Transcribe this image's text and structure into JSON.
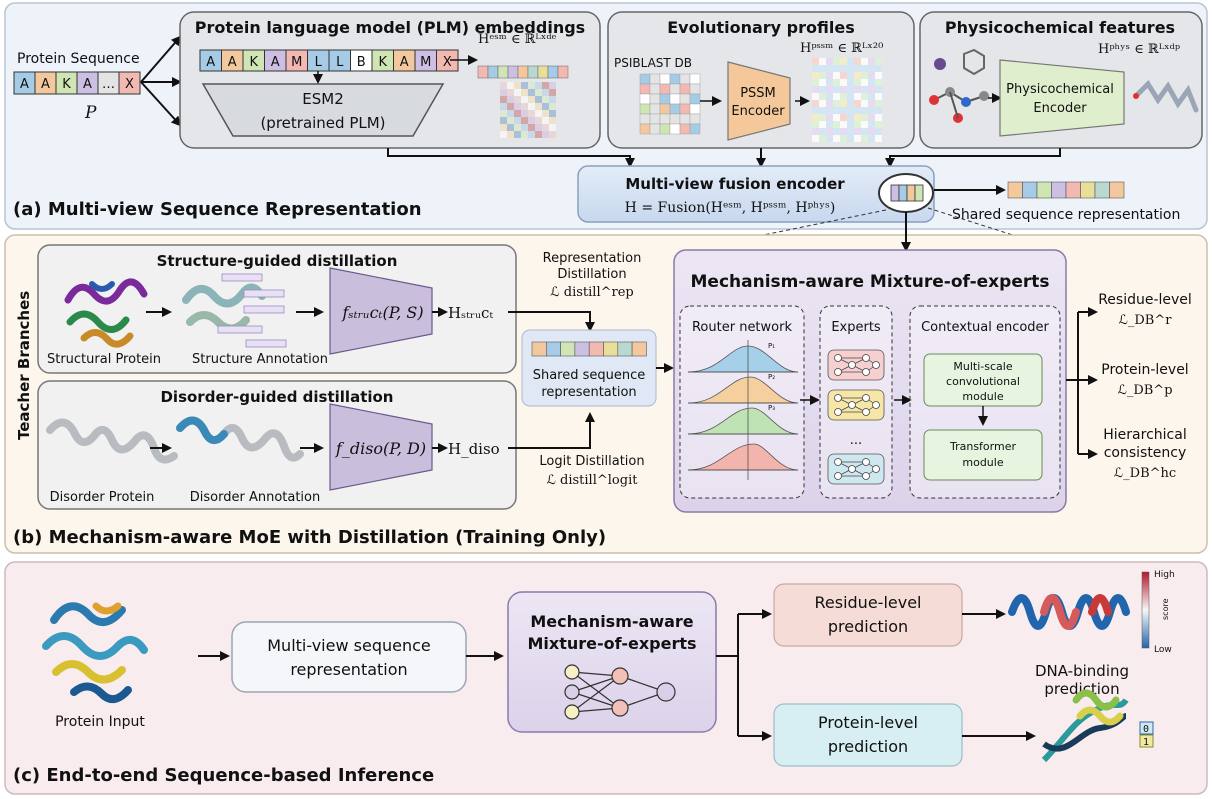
{
  "panel_a": {
    "label": "(a) Multi-view Sequence Representation",
    "input_label": "Protein Sequence",
    "input_tokens": [
      "A",
      "A",
      "K",
      "A",
      "…",
      "X"
    ],
    "input_symbol": "P",
    "plm_title": "Protein language model (PLM) embeddings",
    "plm_tokens": [
      "A",
      "A",
      "K",
      "A",
      "M",
      "L",
      "L",
      "B",
      "K",
      "A",
      "M",
      "X"
    ],
    "esm_title": "ESM2",
    "esm_sub": "(pretrained PLM)",
    "h_esm": "Hᵉˢᵐ ∈ ℝᴸˣᵈᵉ",
    "evo_title": "Evolutionary profiles",
    "psiblast": "PSIBLAST DB",
    "pssm_encoder": [
      "PSSM",
      "Encoder"
    ],
    "h_pssm": "Hᵖˢˢᵐ ∈ ℝᴸˣ²⁰",
    "phys_title": "Physicochemical features",
    "phys_encoder": [
      "Physicochemical",
      "Encoder"
    ],
    "h_phys": "Hᵖʰʸˢ ∈ ℝᴸˣᵈᵖ",
    "fusion_title": "Multi-view fusion encoder",
    "fusion_formula": "H = Fusion(Hᵉˢᵐ, Hᵖˢˢᵐ, Hᵖʰʸˢ)",
    "shared_label": "Shared sequence representation"
  },
  "panel_b": {
    "label": "(b) Mechanism-aware MoE with Distillation (Training Only)",
    "teacher_label": "Teacher Branches",
    "struct_title": "Structure-guided distillation",
    "struct_protein": "Structural Protein",
    "struct_annot": "Structure Annotation",
    "f_struct": "fₛₜᵣᵤcₜ(P, S)",
    "h_struct": "Hₛₜᵣᵤcₜ",
    "diso_title": "Disorder-guided distillation",
    "diso_protein": "Disorder Protein",
    "diso_annot": "Disorder Annotation",
    "f_diso": "f_diso(P, D)",
    "h_diso": "H_diso",
    "rep_distill": [
      "Representation",
      "Distillation"
    ],
    "rep_loss": "ℒ distill^rep",
    "logit_distill": "Logit Distillation",
    "logit_loss": "ℒ distill^logit",
    "shared_rep": [
      "Shared sequence",
      "representation"
    ],
    "moe_title": "Mechanism-aware Mixture-of-experts",
    "router": "Router network",
    "experts": "Experts",
    "ellipsis": "...",
    "contextual": "Contextual encoder",
    "multiscale": [
      "Multi-scale",
      "convolutional",
      "module"
    ],
    "transformer": [
      "Transformer",
      "module"
    ],
    "out_residue": "Residue-level",
    "out_residue_loss": "ℒ_DB^r",
    "out_protein": "Protein-level",
    "out_protein_loss": "ℒ_DB^p",
    "out_hier": [
      "Hierarchical",
      "consistency"
    ],
    "out_hier_loss": "ℒ_DB^hc"
  },
  "panel_c": {
    "label": "(c) End-to-end Sequence-based Inference",
    "protein_input": "Protein Input",
    "multiview": [
      "Multi-view sequence",
      "representation"
    ],
    "moe": [
      "Mechanism-aware",
      "Mixture-of-experts"
    ],
    "residue_pred": [
      "Residue-level",
      "prediction"
    ],
    "protein_pred": [
      "Protein-level",
      "prediction"
    ],
    "dna_binding": [
      "DNA-binding",
      "prediction"
    ],
    "scale_high": "High",
    "scale_low": "Low",
    "scale_title": "score",
    "binary": [
      "0",
      "1"
    ]
  },
  "colors": {
    "panel_a_bg": "#eef3fa",
    "panel_b_bg": "#fdf6ec",
    "panel_c_bg": "#f9ecef",
    "encoder_purple": "#c9bfdd",
    "pssm_orange": "#f4c89a",
    "phys_green": "#dfeecd",
    "residue_pink": "#f6dcd6",
    "protein_cyan": "#d7eef3"
  }
}
